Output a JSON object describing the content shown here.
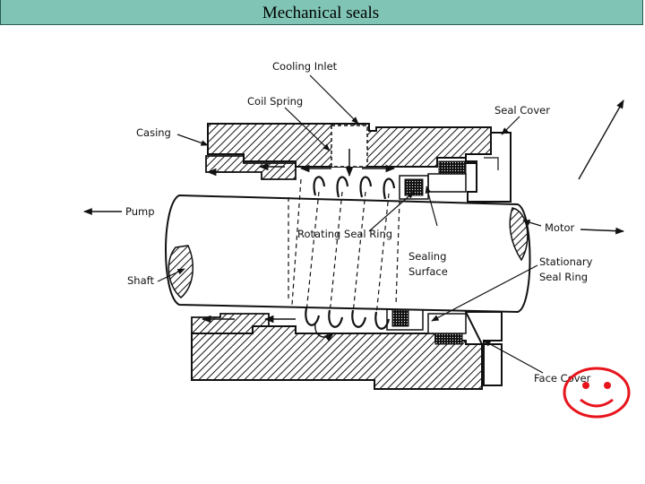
{
  "header": {
    "title": "Mechanical seals"
  },
  "diagram": {
    "labels": {
      "cooling_inlet": "Cooling Inlet",
      "coil_spring": "Coil Spring",
      "casing": "Casing",
      "seal_cover": "Seal Cover",
      "pump": "Pump",
      "motor": "Motor",
      "rotating_seal_ring": "Rotating Seal Ring",
      "sealing": "Sealing",
      "surface": "Surface",
      "stationary": "Stationary",
      "seal_ring": "Seal Ring",
      "shaft": "Shaft",
      "face_cover": "Face Cover"
    }
  },
  "decoration": {
    "smiley_color": "#e8141c",
    "title_bar_color": "#7fc4b4"
  }
}
